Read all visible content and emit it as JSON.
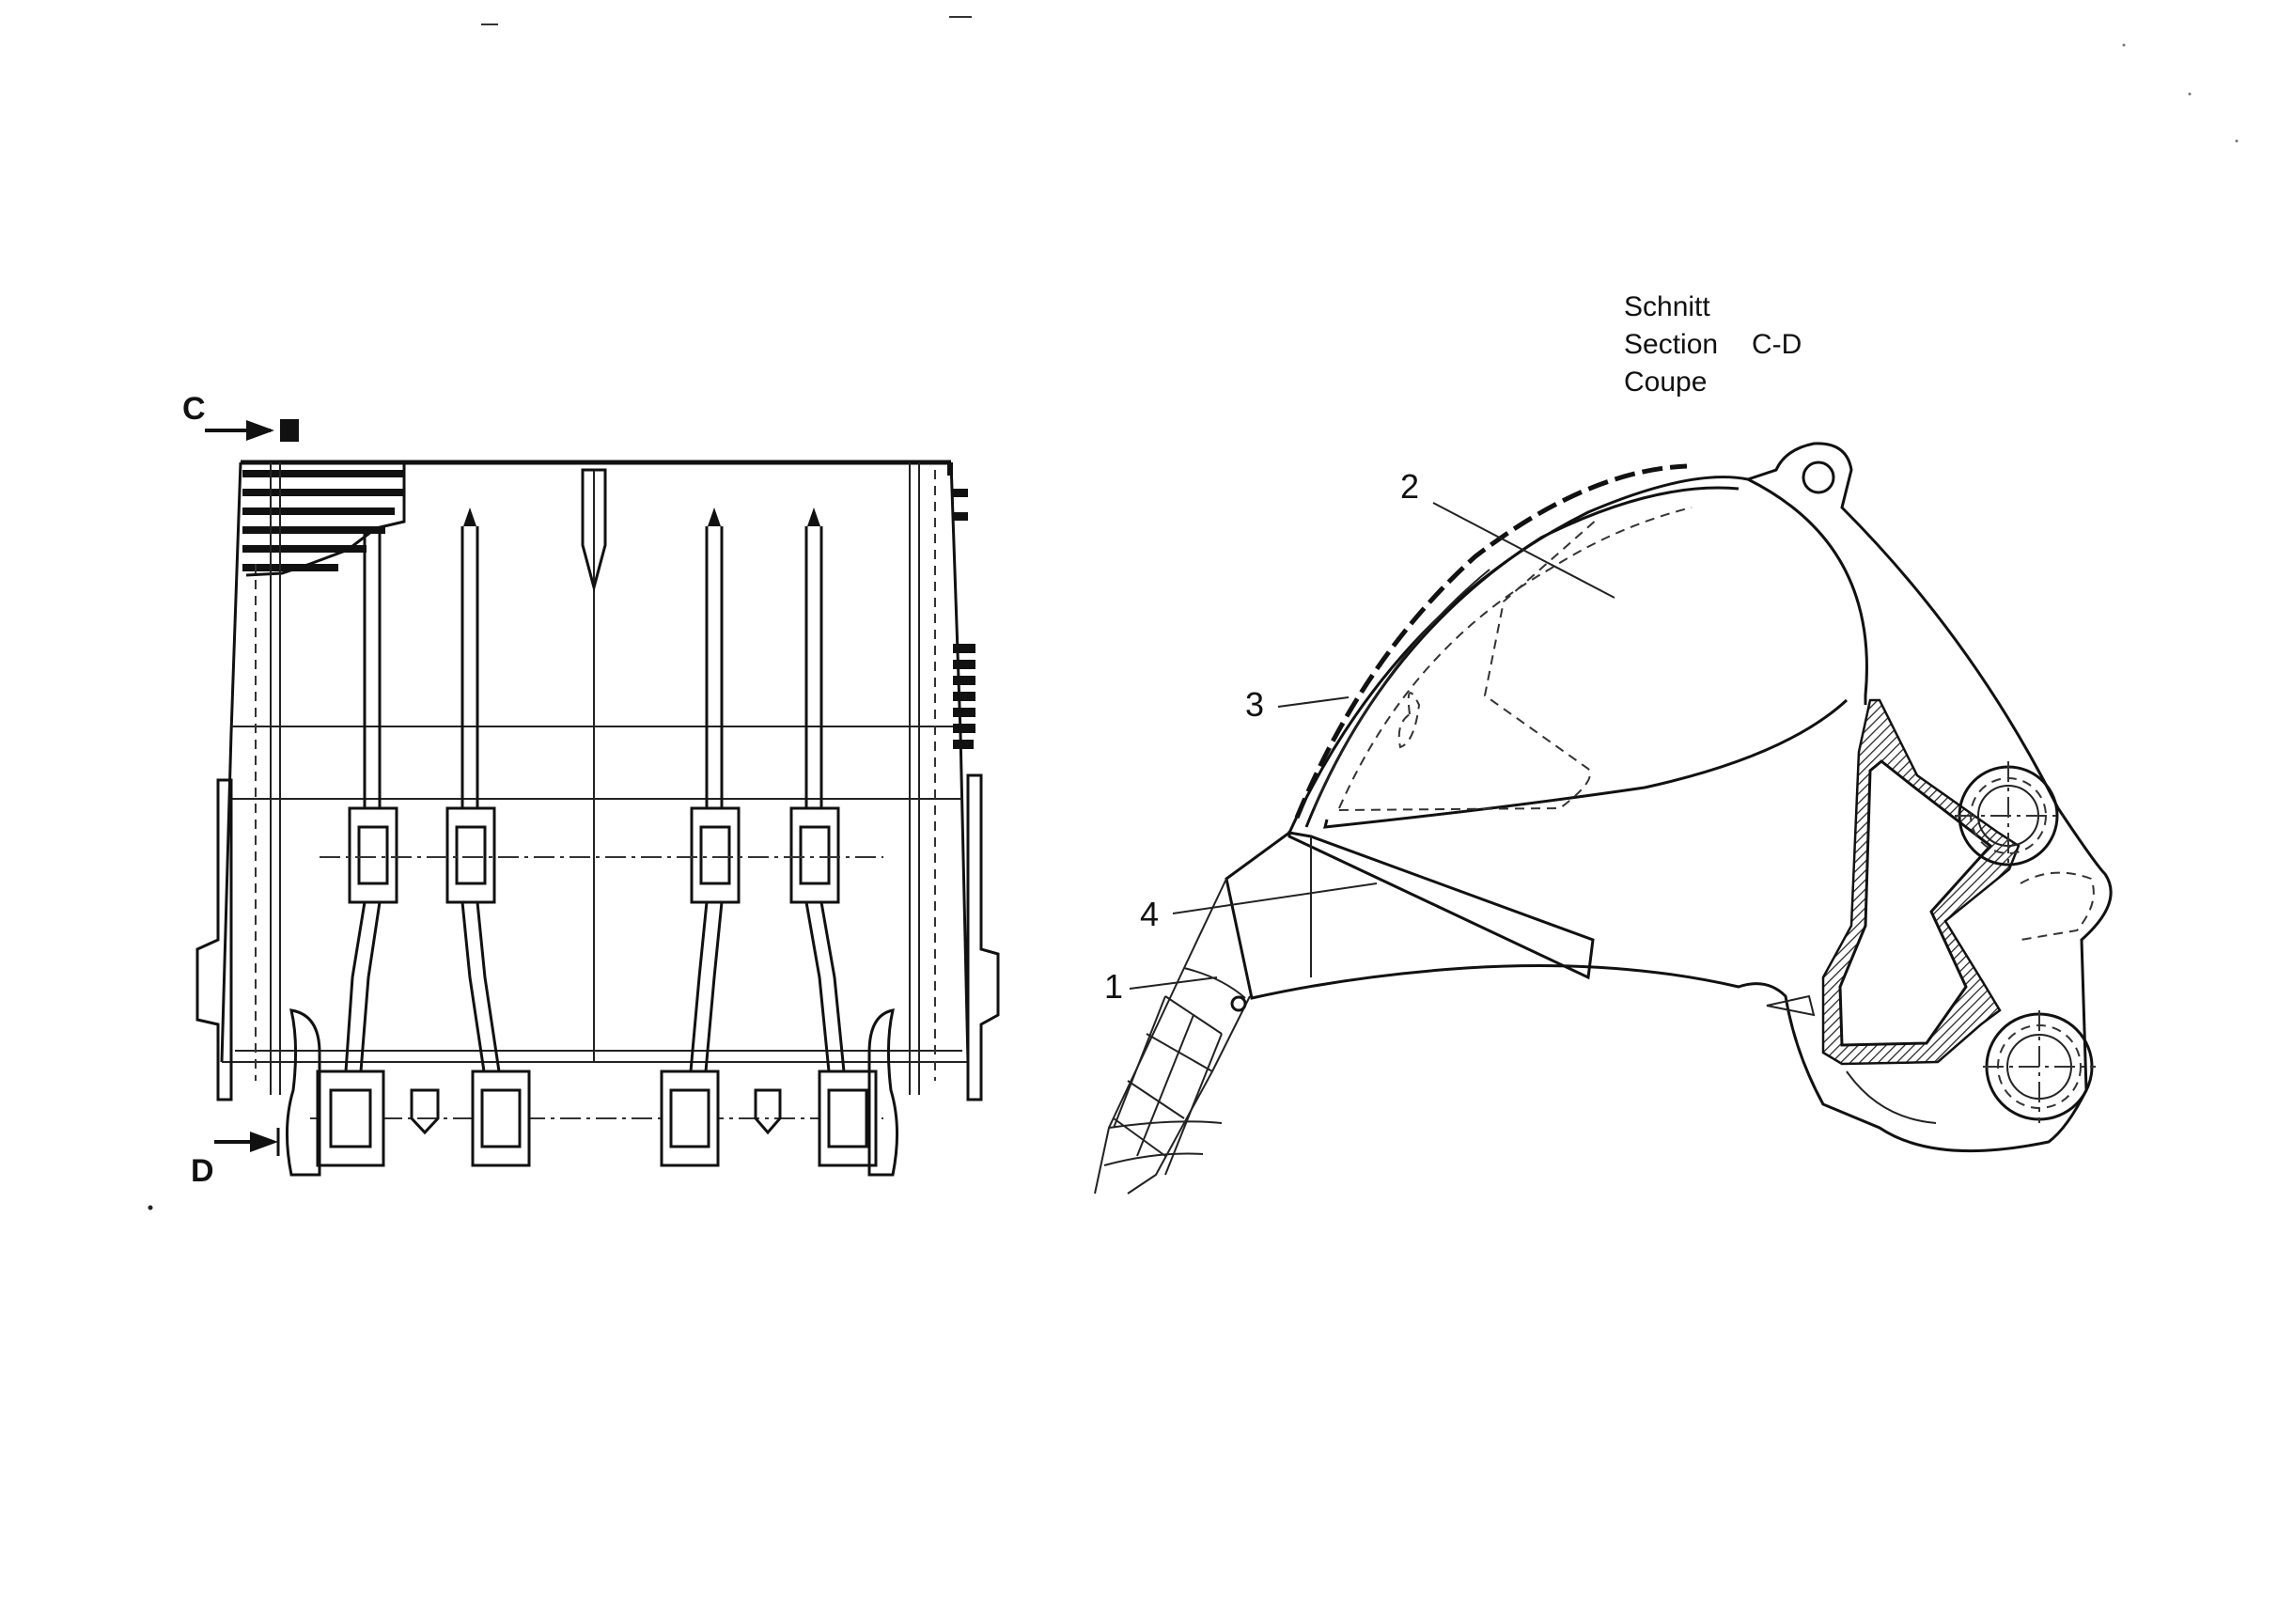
{
  "section_title": {
    "line1": "Schnitt",
    "line2": "Section",
    "line3": "Coupe",
    "mark": "C-D"
  },
  "section_arrows": {
    "top": "C",
    "bottom": "D"
  },
  "callouts": [
    {
      "label": "1"
    },
    {
      "label": "2"
    },
    {
      "label": "3"
    },
    {
      "label": "4"
    }
  ]
}
